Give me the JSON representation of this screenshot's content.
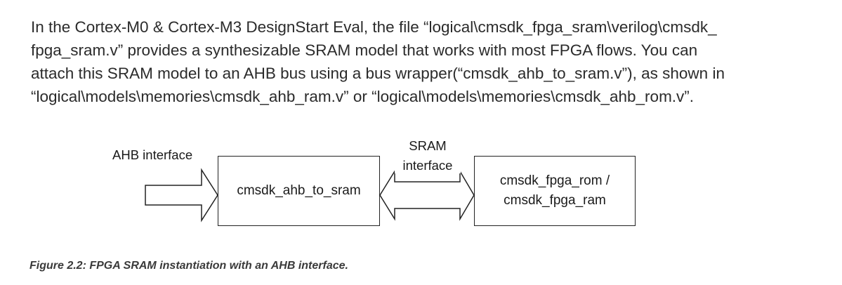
{
  "paragraph": {
    "lines": [
      "In the Cortex-M0 & Cortex-M3 DesignStart Eval, the file “logical\\cmsdk_fpga_sram\\verilog\\cmsdk_",
      "fpga_sram.v” provides a synthesizable SRAM model that works with most FPGA flows. You can",
      "attach this SRAM model to an AHB bus using a bus wrapper(“cmsdk_ahb_to_sram.v”), as shown in",
      "“logical\\models\\memories\\cmsdk_ahb_ram.v” or “logical\\models\\memories\\cmsdk_ahb_rom.v”."
    ]
  },
  "diagram": {
    "ahb_label": "AHB interface",
    "bridge_box": "cmsdk_ahb_to_sram",
    "sram_label_line1": "SRAM",
    "sram_label_line2": "interface",
    "memory_box_line1": "cmsdk_fpga_rom /",
    "memory_box_line2": "cmsdk_fpga_ram"
  },
  "caption": "Figure 2.2: FPGA SRAM instantiation with an AHB interface."
}
